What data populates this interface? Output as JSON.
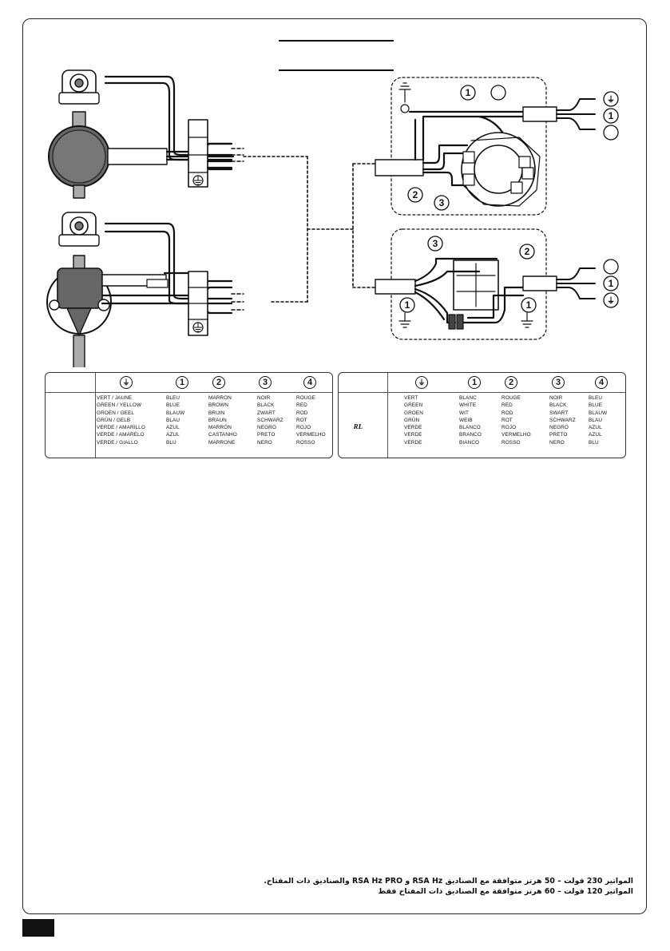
{
  "table_eu": {
    "header_symbols": [
      "⏚",
      "1",
      "2",
      "3",
      "4"
    ],
    "columns": [
      [
        "VERT / JAUNE",
        "GREEN / YELLOW",
        "GROEN / GEEL",
        "GRÜN / GELB",
        "VERDE / AMARILLO",
        "VERDE / AMARELO",
        "VERDE / GIALLO"
      ],
      [
        "BLEU",
        "BLUE",
        "BLAUW",
        "BLAU",
        "AZUL",
        "AZUL",
        "BLU"
      ],
      [
        "MARRON",
        "BROWN",
        "BRUIN",
        "BRAUN",
        "MARRÓN",
        "CASTANHO",
        "MARRONE"
      ],
      [
        "NOIR",
        "BLACK",
        "ZWART",
        "SCHWARZ",
        "NEGRO",
        "PRETO",
        "NERO"
      ],
      [
        "ROUGE",
        "RED",
        "ROD",
        "ROT",
        "ROJO",
        "VERMELHO",
        "ROSSO"
      ]
    ]
  },
  "table_us": {
    "header_symbols": [
      "⏚",
      "1",
      "2",
      "3",
      "4"
    ],
    "certification_mark": "ᴿᴸ",
    "columns": [
      [
        "VERT",
        "GREEN",
        "GROEN",
        "GRÜN",
        "VERDE",
        "VERDE",
        "VERDE"
      ],
      [
        "BLANC",
        "WHITE",
        "WIT",
        "WEIB",
        "BLANCO",
        "BRANCO",
        "BIANCO"
      ],
      [
        "ROUGE",
        "RED",
        "ROD",
        "ROT",
        "ROJO",
        "VERMELHO",
        "ROSSO"
      ],
      [
        "NOIR",
        "BLACK",
        "SWART",
        "SCHWARZ",
        "NEGRO",
        "PRETO",
        "NERO"
      ],
      [
        "BLEU",
        "BLUE",
        "BLAUW",
        "BLAU",
        "AZUL",
        "AZUL",
        "BLU"
      ]
    ]
  },
  "diagram_labels": {
    "upper_box_top_labels": [
      "1",
      ""
    ],
    "upper_box_bottom_labels": [
      "2",
      "3"
    ],
    "upper_right_labels": [
      "⏚",
      "1",
      ""
    ],
    "lower_box_labels": [
      "3",
      "2",
      "1",
      "1"
    ],
    "lower_right_labels": [
      "",
      "1",
      "⏚"
    ]
  },
  "footer_notes": [
    "المواتير 230 فولت – 50 هرتز متوافقة مع الصناديق RSA Hz و RSA Hz PRO والصناديق ذات المفتاح.",
    "المواتير 120 فولت – 60 هرتز متوافقة مع الصناديق ذات المفتاح فقط"
  ]
}
